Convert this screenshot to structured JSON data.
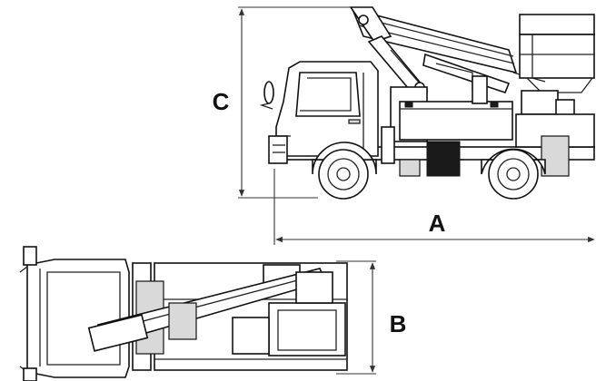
{
  "diagram": {
    "labels": {
      "overall_length": "A",
      "overall_width": "B",
      "overall_height": "C"
    },
    "views": [
      "side-view",
      "top-view"
    ]
  }
}
